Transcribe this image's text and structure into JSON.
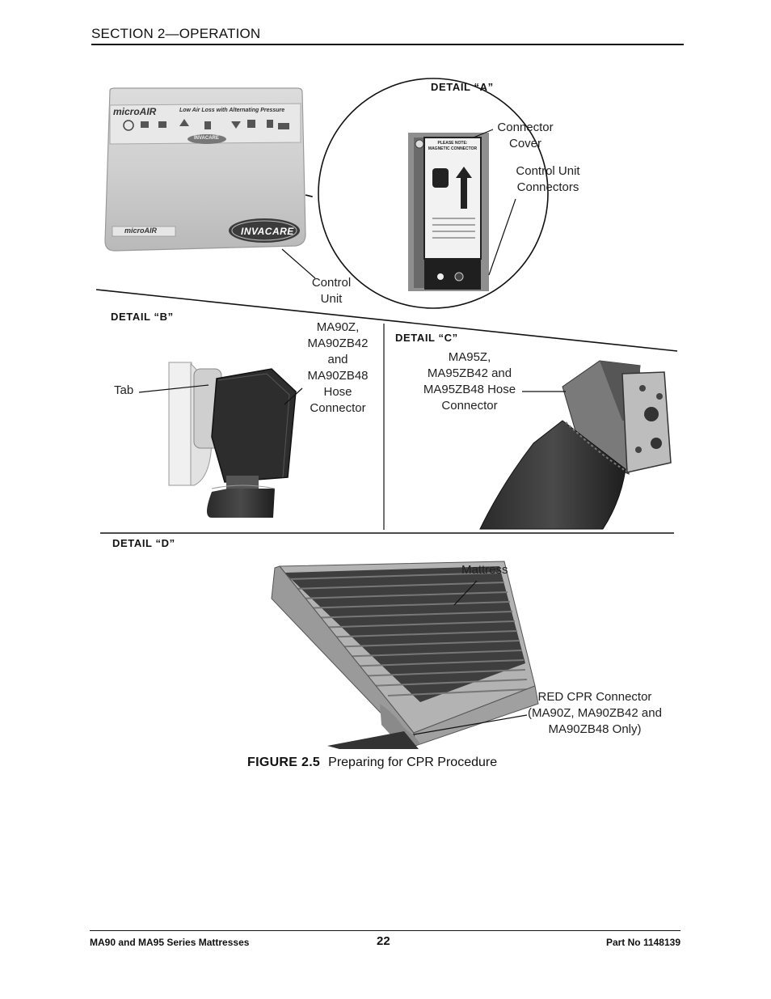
{
  "header": {
    "section": "SECTION 2—OPERATION"
  },
  "details": {
    "a": "DETAIL “A”",
    "b": "DETAIL “B”",
    "c": "DETAIL “C”",
    "d": "DETAIL “D”"
  },
  "labels": {
    "connector_cover": [
      "Connector",
      "Cover"
    ],
    "control_unit_connectors": [
      "Control Unit",
      "Connectors"
    ],
    "control_unit": [
      "Control",
      "Unit"
    ],
    "tab": "Tab",
    "ma90_hose": [
      "MA90Z,",
      "MA90ZB42",
      "and",
      "MA90ZB48",
      "Hose",
      "Connector"
    ],
    "ma95_hose": [
      "MA95Z,",
      "MA95ZB42 and",
      "MA95ZB48 Hose",
      "Connector"
    ],
    "mattress": "Mattress",
    "red_cpr": [
      "RED CPR Connector",
      "(MA90Z, MA90ZB42 and",
      "MA90ZB48 Only)"
    ]
  },
  "device_text": {
    "brand": "microAIR",
    "subtitle": "Low Air Loss with Alternating Pressure",
    "logo": "INVACARE",
    "small_logo": "INVACARE",
    "plate_brand": "microAIR",
    "connector_note": "PLEASE NOTE: MAGNETIC CONNECTOR"
  },
  "figure": {
    "number": "FIGURE 2.5",
    "title": "Preparing for CPR Procedure"
  },
  "footer": {
    "left": "MA90 and MA95 Series Mattresses",
    "page": "22",
    "right": "Part No 1148139"
  }
}
